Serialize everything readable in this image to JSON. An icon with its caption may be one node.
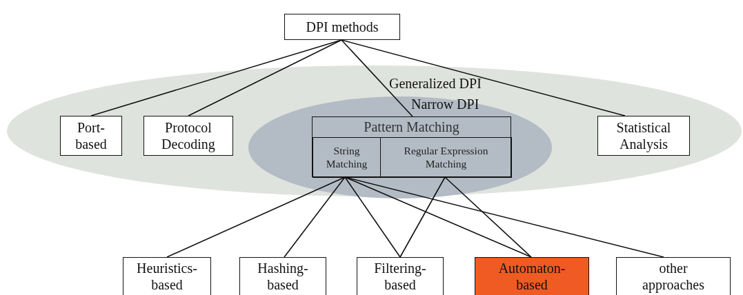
{
  "diagram": {
    "nodes": [
      {
        "text": [
          "DPI methods"
        ]
      },
      {
        "text": [
          "Generalized DPI"
        ]
      },
      {
        "text": [
          "Port-based"
        ],
        "in": 1
      },
      {
        "text": [
          "Protocol Decoding"
        ],
        "in": 1
      },
      {
        "text": [
          "Narrow DPI"
        ],
        "in": 1
      },
      {
        "text": [
          "Pattern Matching"
        ],
        "in": 4
      },
      {
        "text": [
          "String Matching"
        ],
        "in": 5
      },
      {
        "text": [
          "Regular Expression Matching"
        ],
        "in": 5
      },
      {
        "text": [
          "Statistical Analysis"
        ],
        "in": 1
      },
      {
        "text": [
          "Heuristics-based"
        ]
      },
      {
        "text": [
          "Hashing-based"
        ]
      },
      {
        "text": [
          "Filtering-based"
        ]
      },
      {
        "text": [
          "Automaton-based"
        ]
      },
      {
        "text": [
          "other approaches"
        ]
      }
    ],
    "edges": [
      {
        "from": 0,
        "to": 2,
        "arrow": "none"
      },
      {
        "from": 0,
        "to": 3,
        "arrow": "none"
      },
      {
        "from": 0,
        "to": 5,
        "arrow": "none"
      },
      {
        "from": 0,
        "to": 8,
        "arrow": "none"
      },
      {
        "from": 6,
        "to": 9,
        "arrow": "none"
      },
      {
        "from": 6,
        "to": 10,
        "arrow": "none"
      },
      {
        "from": 6,
        "to": 11,
        "arrow": "none"
      },
      {
        "from": 6,
        "to": 12,
        "arrow": "none"
      },
      {
        "from": 6,
        "to": 13,
        "arrow": "none"
      },
      {
        "from": 7,
        "to": 11,
        "arrow": "none"
      },
      {
        "from": 7,
        "to": 12,
        "arrow": "none"
      }
    ]
  }
}
